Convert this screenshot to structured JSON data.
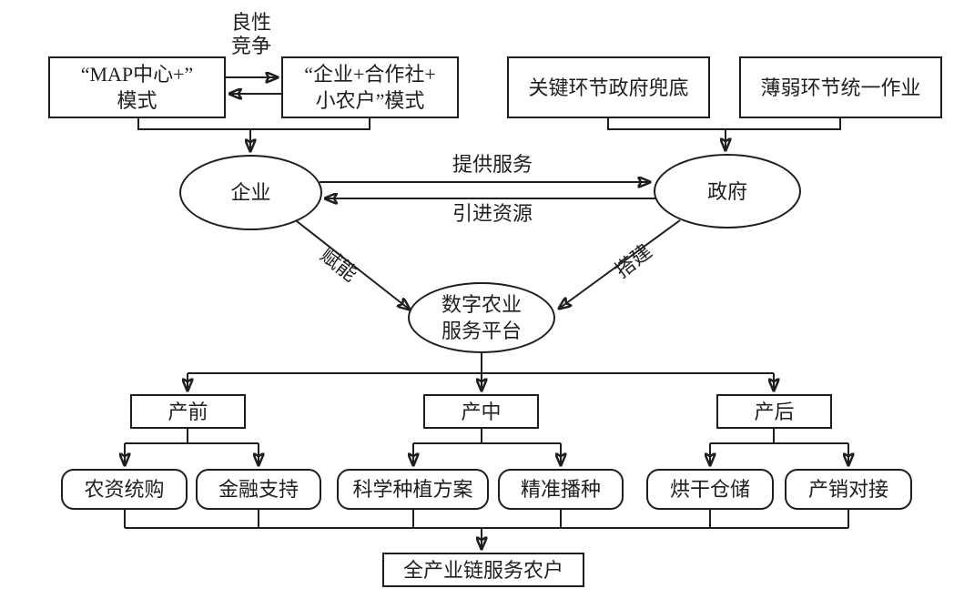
{
  "diagram": {
    "colors": {
      "background": "#ffffff",
      "line": "#1e1e1e",
      "text": "#1e1e1e"
    },
    "top_left": {
      "map_box": {
        "line1": "“MAP中心+”",
        "line2": "模式"
      },
      "competition_label": {
        "line1": "良性",
        "line2": "竞争"
      },
      "coop_box": {
        "line1": "“企业+合作社+",
        "line2": "小农户”模式"
      }
    },
    "top_right": {
      "gov_guarantee_box": "关键环节政府兜底",
      "unified_operation_box": "薄弱环节统一作业"
    },
    "actors": {
      "enterprise": "企业",
      "government": "政府"
    },
    "edge_labels": {
      "provide_services": "提供服务",
      "introduce_resources": "引进资源",
      "empower": "赋能",
      "build": "搭建"
    },
    "platform": {
      "line1": "数字农业",
      "line2": "服务平台"
    },
    "stages": [
      {
        "label": "产前",
        "children": [
          "农资统购",
          "金融支持"
        ]
      },
      {
        "label": "产中",
        "children": [
          "科学种植方案",
          "精准播种"
        ]
      },
      {
        "label": "产后",
        "children": [
          "烘干仓储",
          "产销对接"
        ]
      }
    ],
    "outcome_box": "全产业链服务农户"
  }
}
